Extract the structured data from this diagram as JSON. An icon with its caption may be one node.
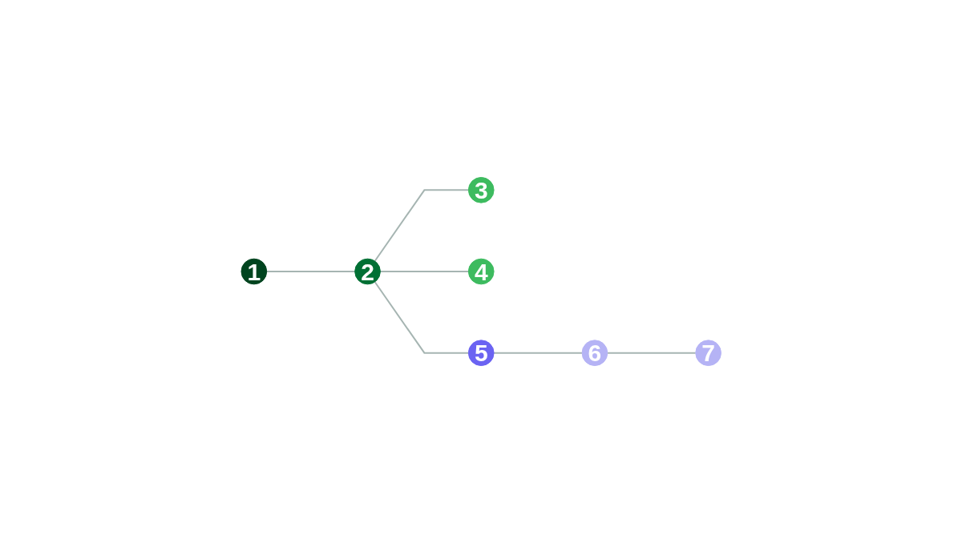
{
  "diagram": {
    "nodes": [
      {
        "text": [
          "1"
        ]
      },
      {
        "text": [
          "2"
        ]
      },
      {
        "text": [
          "3"
        ]
      },
      {
        "text": [
          "4"
        ]
      },
      {
        "text": [
          "5"
        ]
      },
      {
        "text": [
          "6"
        ]
      },
      {
        "text": [
          "7"
        ]
      }
    ],
    "edges": [
      {
        "from": 0,
        "to": 1,
        "arrow": "none"
      },
      {
        "from": 1,
        "to": 2,
        "arrow": "none"
      },
      {
        "from": 1,
        "to": 3,
        "arrow": "none"
      },
      {
        "from": 1,
        "to": 4,
        "arrow": "none"
      },
      {
        "from": 4,
        "to": 5,
        "arrow": "none"
      },
      {
        "from": 5,
        "to": 6,
        "arrow": "none"
      }
    ]
  }
}
